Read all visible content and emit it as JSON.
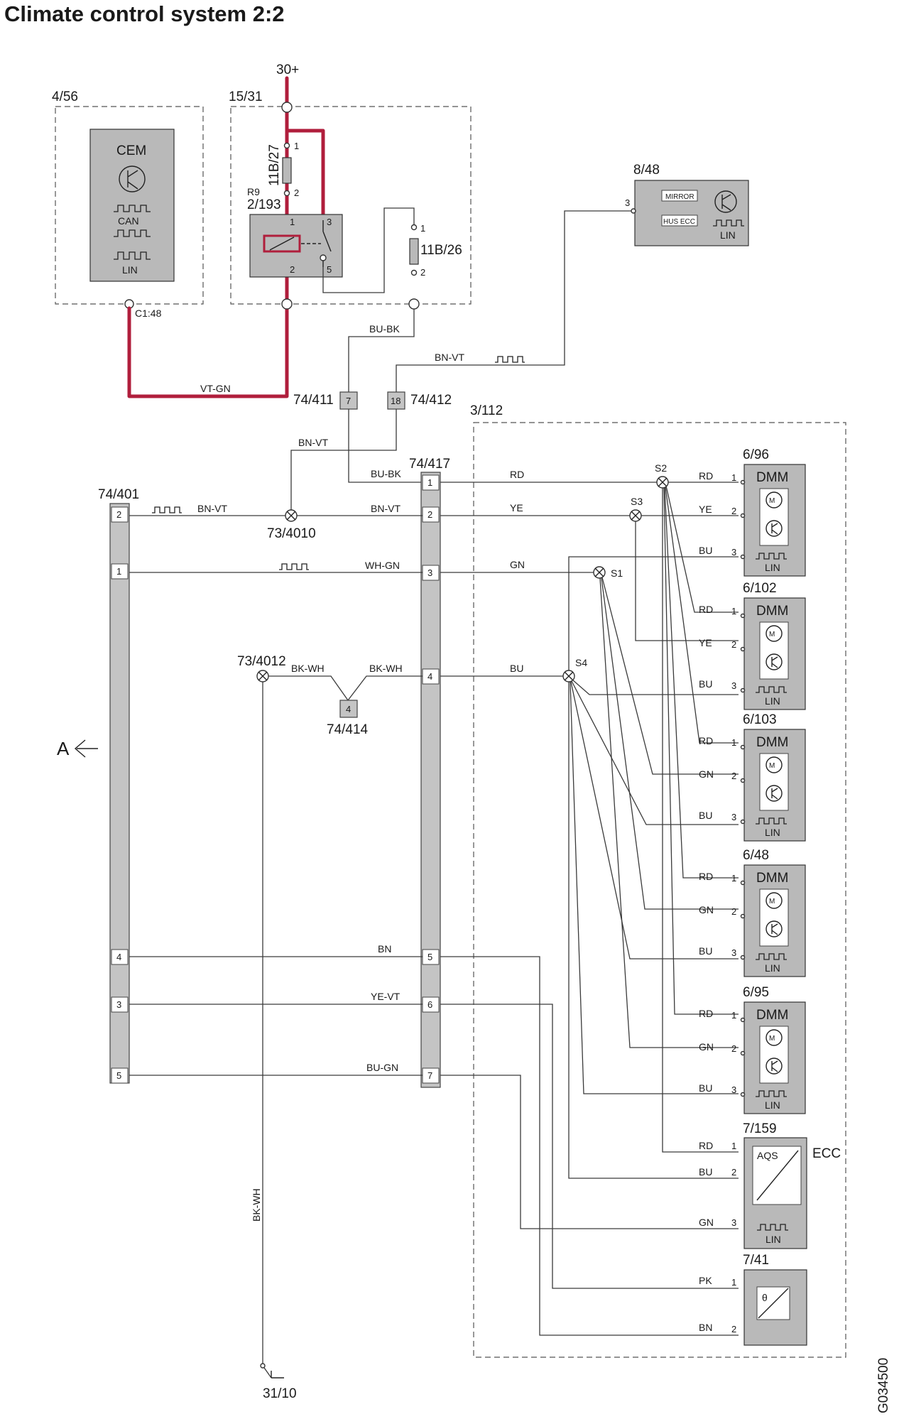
{
  "title": "Climate control system 2:2",
  "image_ref": "G034500",
  "supply": "30+",
  "ground": "31/10",
  "arrow_label": "A",
  "modules": {
    "cem": {
      "ref": "4/56",
      "name": "CEM",
      "bus1": "CAN",
      "bus2": "LIN",
      "connector": "C1:48"
    },
    "fusebox": {
      "ref": "15/31"
    },
    "fuse1": {
      "ref": "11B/27",
      "pin1": "1",
      "pin2": "2"
    },
    "relay": {
      "ref1": "R9",
      "ref2": "2/193",
      "p1": "1",
      "p2": "2",
      "p3": "3",
      "p5": "5"
    },
    "fuse2": {
      "ref": "11B/26",
      "pin1": "1",
      "pin2": "2"
    },
    "hus": {
      "ref": "8/48",
      "lbl_mirror": "MIRROR",
      "lbl_husecc": "HUS ECC",
      "bus": "LIN",
      "pin": "3"
    },
    "c411": {
      "ref": "74/411",
      "pin": "7"
    },
    "c412": {
      "ref": "74/412",
      "pin": "18"
    },
    "c401": {
      "ref": "74/401",
      "pins": [
        "2",
        "1",
        "4",
        "3",
        "5"
      ]
    },
    "c417": {
      "ref": "74/417",
      "pins": [
        "1",
        "2",
        "3",
        "4",
        "5",
        "6",
        "7"
      ]
    },
    "c414": {
      "ref": "74/414",
      "pin": "4"
    },
    "sp4010": {
      "ref": "73/4010"
    },
    "sp4012": {
      "ref": "73/4012"
    },
    "area": {
      "ref": "3/112"
    },
    "dmm1": {
      "ref": "6/96",
      "name": "DMM",
      "bus": "LIN"
    },
    "dmm2": {
      "ref": "6/102",
      "name": "DMM",
      "bus": "LIN"
    },
    "dmm3": {
      "ref": "6/103",
      "name": "DMM",
      "bus": "LIN"
    },
    "dmm4": {
      "ref": "6/48",
      "name": "DMM",
      "bus": "LIN"
    },
    "dmm5": {
      "ref": "6/95",
      "name": "DMM",
      "bus": "LIN"
    },
    "aqs": {
      "ref": "7/159",
      "label": "AQS",
      "ecc": "ECC",
      "bus": "LIN"
    },
    "sensor": {
      "ref": "7/41",
      "symbol": "θ"
    }
  },
  "splices": {
    "s1": "S1",
    "s2": "S2",
    "s3": "S3",
    "s4": "S4"
  },
  "wires": {
    "vtgn": "VT-GN",
    "bubk": "BU-BK",
    "bnvt": "BN-VT",
    "whgn": "WH-GN",
    "bkwh": "BK-WH",
    "bn": "BN",
    "yevt": "YE-VT",
    "bugn": "BU-GN",
    "rd": "RD",
    "ye": "YE",
    "gn": "GN",
    "bu": "BU",
    "pk": "PK"
  },
  "dmm_pins": {
    "p1": "1",
    "p2": "2",
    "p3": "3"
  },
  "colors": {
    "power": "#b01e3c",
    "module": "#b9b9b9",
    "wire": "#3a3a3a"
  }
}
